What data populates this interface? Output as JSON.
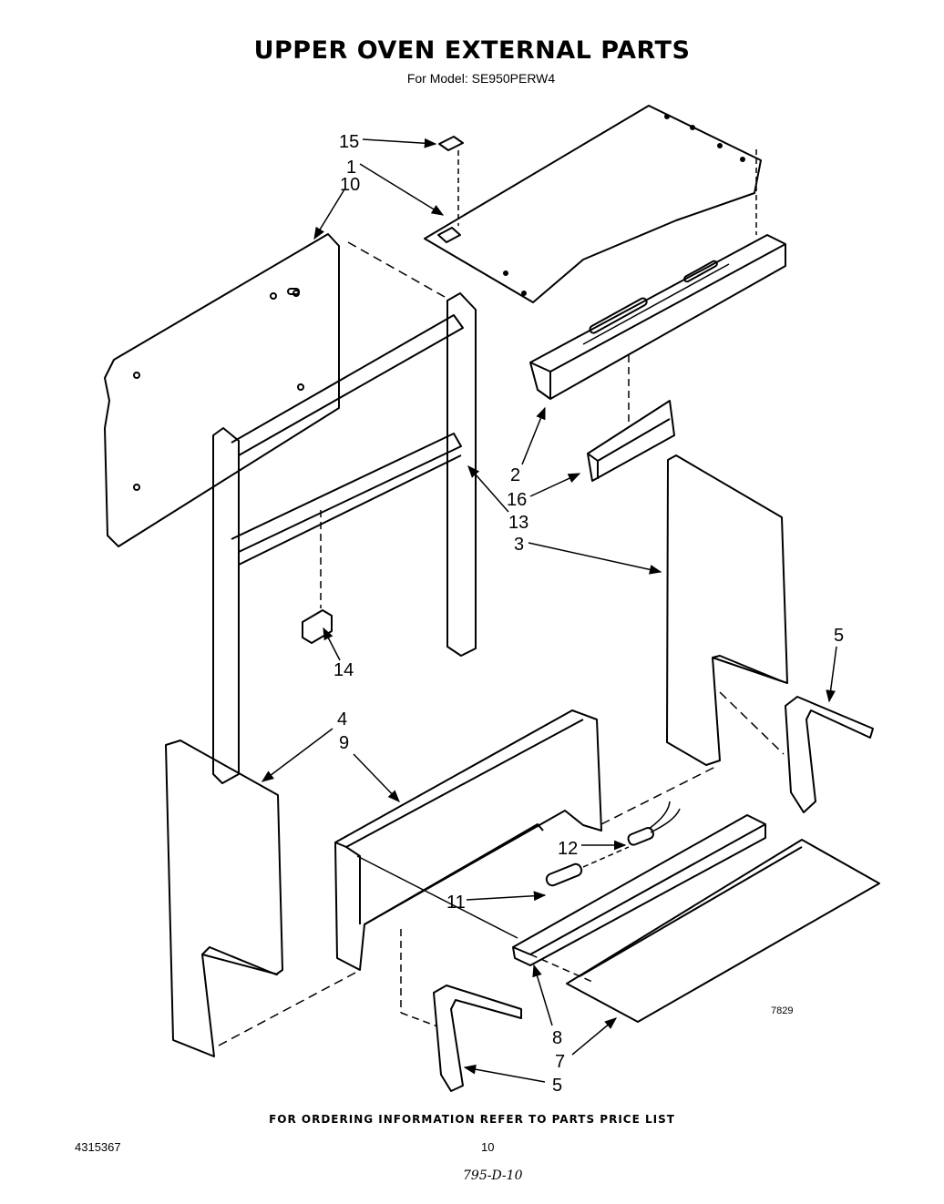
{
  "title": "UPPER OVEN EXTERNAL PARTS",
  "subtitle": "For Model: SE950PERW4",
  "footer_note": "FOR ORDERING INFORMATION REFER TO PARTS PRICE LIST",
  "doc_number": "4315367",
  "page_number": "10",
  "handwritten_note": "795-D-10",
  "figure_id": "7829",
  "callouts": {
    "c15": "15",
    "c1": "1",
    "c10": "10",
    "c2": "2",
    "c16": "16",
    "c13": "13",
    "c3": "3",
    "c5a": "5",
    "c14": "14",
    "c4": "4",
    "c9": "9",
    "c12": "12",
    "c11": "11",
    "c8": "8",
    "c7": "7",
    "c5b": "5"
  }
}
